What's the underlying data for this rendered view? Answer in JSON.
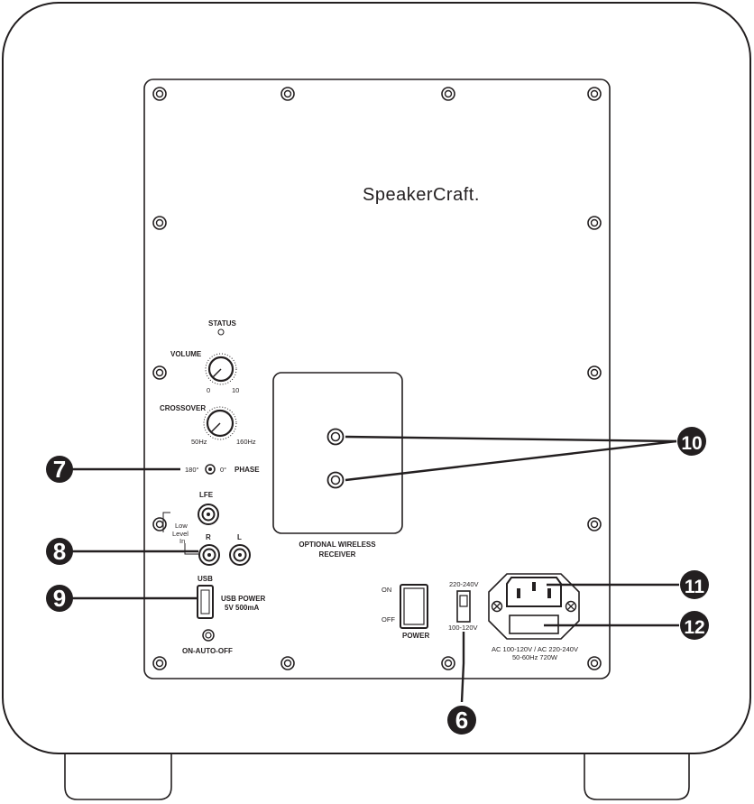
{
  "brand": {
    "logo_text": "SPEAKERCRAFT.",
    "logo_text_display": "SpeakerCraft."
  },
  "controls": {
    "status": "STATUS",
    "volume": "VOLUME",
    "volume_min": "0",
    "volume_max": "10",
    "crossover": "CROSSOVER",
    "crossover_min": "50Hz",
    "crossover_max": "160Hz",
    "phase": "PHASE",
    "phase_180": "180°",
    "phase_0": "0°"
  },
  "inputs": {
    "lfe": "LFE",
    "low_level_line1": "Low",
    "low_level_line2": "Level",
    "low_level_line3": "In",
    "r": "R",
    "l": "L",
    "usb": "USB",
    "usb_power_line1": "USB POWER",
    "usb_power_line2": "5V 500mA",
    "on_auto_off": "ON-AUTO-OFF"
  },
  "wireless": {
    "line1": "OPTIONAL WIRELESS",
    "line2": "RECEIVER"
  },
  "power": {
    "on": "ON",
    "off": "OFF",
    "label": "POWER",
    "voltage_high": "220-240V",
    "voltage_low": "100-120V",
    "ac_line1": "AC 100-120V / AC 220-240V",
    "ac_line2": "50-60Hz 720W"
  },
  "callouts": {
    "c6": "6",
    "c7": "7",
    "c8": "8",
    "c9": "9",
    "c10": "10",
    "c11": "11",
    "c12": "12"
  }
}
